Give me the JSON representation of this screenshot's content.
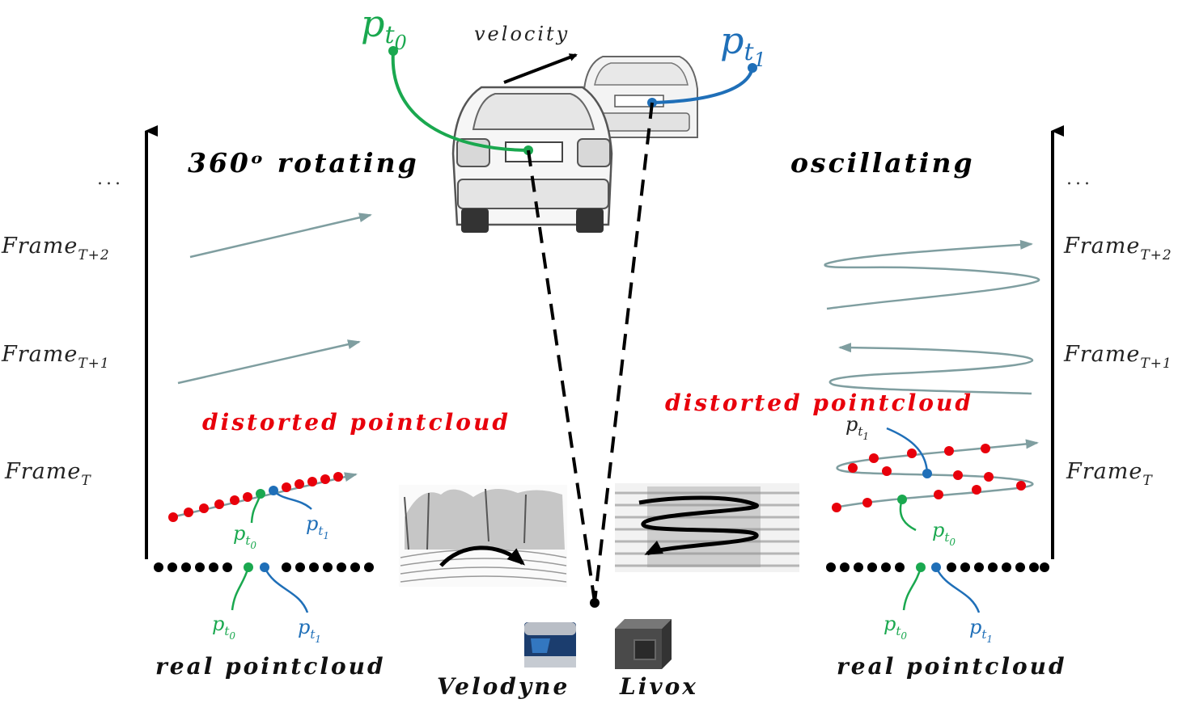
{
  "left": {
    "title": "360ᵒ rotating",
    "distorted_label": "distorted pointcloud",
    "real_label": "real pointcloud",
    "ellipsis": "...",
    "frames": [
      {
        "base": "Frame",
        "sub": "T+2"
      },
      {
        "base": "Frame",
        "sub": "T+1"
      },
      {
        "base": "Frame",
        "sub": "T"
      }
    ]
  },
  "right": {
    "title": "oscillating",
    "distorted_label": "distorted pointcloud",
    "real_label": "real pointcloud",
    "ellipsis": "...",
    "frames": [
      {
        "base": "Frame",
        "sub": "T+2"
      },
      {
        "base": "Frame",
        "sub": "T+1"
      },
      {
        "base": "Frame",
        "sub": "T"
      }
    ]
  },
  "center": {
    "velocity_label": "velocity",
    "sensors": [
      {
        "name": "Velodyne"
      },
      {
        "name": "Livox"
      }
    ]
  },
  "points": {
    "p0": {
      "base": "p",
      "sub": "t",
      "subsub": "0"
    },
    "p1": {
      "base": "p",
      "sub": "t",
      "subsub": "1"
    }
  },
  "colors": {
    "green": "#1aa84f",
    "blue": "#1f6fb8",
    "red": "#e8000b",
    "trajectory": "#7f9ea0",
    "axis": "#000000"
  }
}
